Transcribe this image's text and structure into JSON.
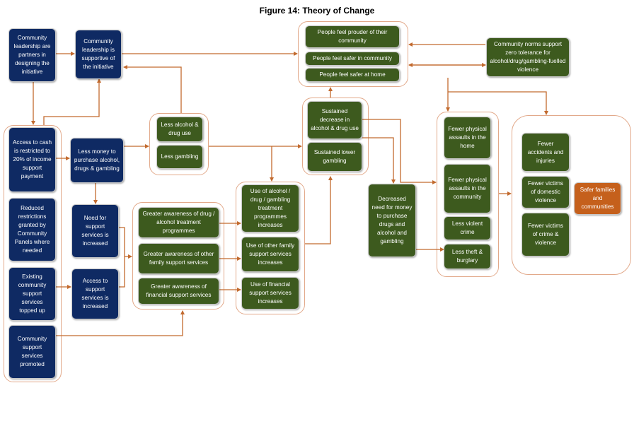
{
  "title": "Figure 14: Theory of Change",
  "colors": {
    "navy": "#0f2a63",
    "green": "#3d5a1e",
    "orange": "#c5601c",
    "arrow": "#c26a2e",
    "group_border": "#e2a98a"
  },
  "nodes": {
    "leadership_partners": "Community leadership are partners in designing the initiative",
    "leadership_supportive": "Community leadership is supportive of the initiative",
    "access_cash": "Access to cash is restricted to 20% of income support payment",
    "reduced_restrictions": "Reduced restrictions granted by Community Panels where needed",
    "existing_services": "Existing community support services topped up",
    "services_promoted": "Community support services promoted",
    "less_money": "Less money to purchase alcohol, drugs & gambling",
    "need_support": "Need for support services is increased",
    "access_support": "Access to support services is increased",
    "less_alcohol": "Less alcohol & drug use",
    "less_gambling": "Less gambling",
    "aware_drug": "Greater awareness of drug / alcohol treatment programmes",
    "aware_family": "Greater awareness of other family support services",
    "aware_financial": "Greater awareness of financial support services",
    "use_alcohol": "Use of alcohol / drug / gambling treatment programmes increases",
    "use_family": "Use of other family support services increases",
    "use_financial": "Use of financial support services increases",
    "prouder": "People feel prouder of their community",
    "safer_community": "People feel safer in community",
    "safer_home": "People feel safer at home",
    "norms": "Community norms support zero tolerance for alcohol/drug/gambling-fuelled violence",
    "sustained_alcohol": "Sustained decrease in alcohol & drug use",
    "sustained_gambling": "Sustained lower gambling",
    "decreased_need": "Decreased need for money to purchase drugs and alcohol and gambling",
    "fewer_home": "Fewer physical assaults in the home",
    "fewer_community": "Fewer physical assaults in the community",
    "less_violent": "Less violent crime",
    "less_theft": "Less theft & burglary",
    "fewer_accidents": "Fewer accidents and injuries",
    "fewer_domestic": "Fewer victims of domestic violence",
    "fewer_crime": "Fewer victims of crime & violence",
    "safer_families": "Safer families and communities"
  }
}
